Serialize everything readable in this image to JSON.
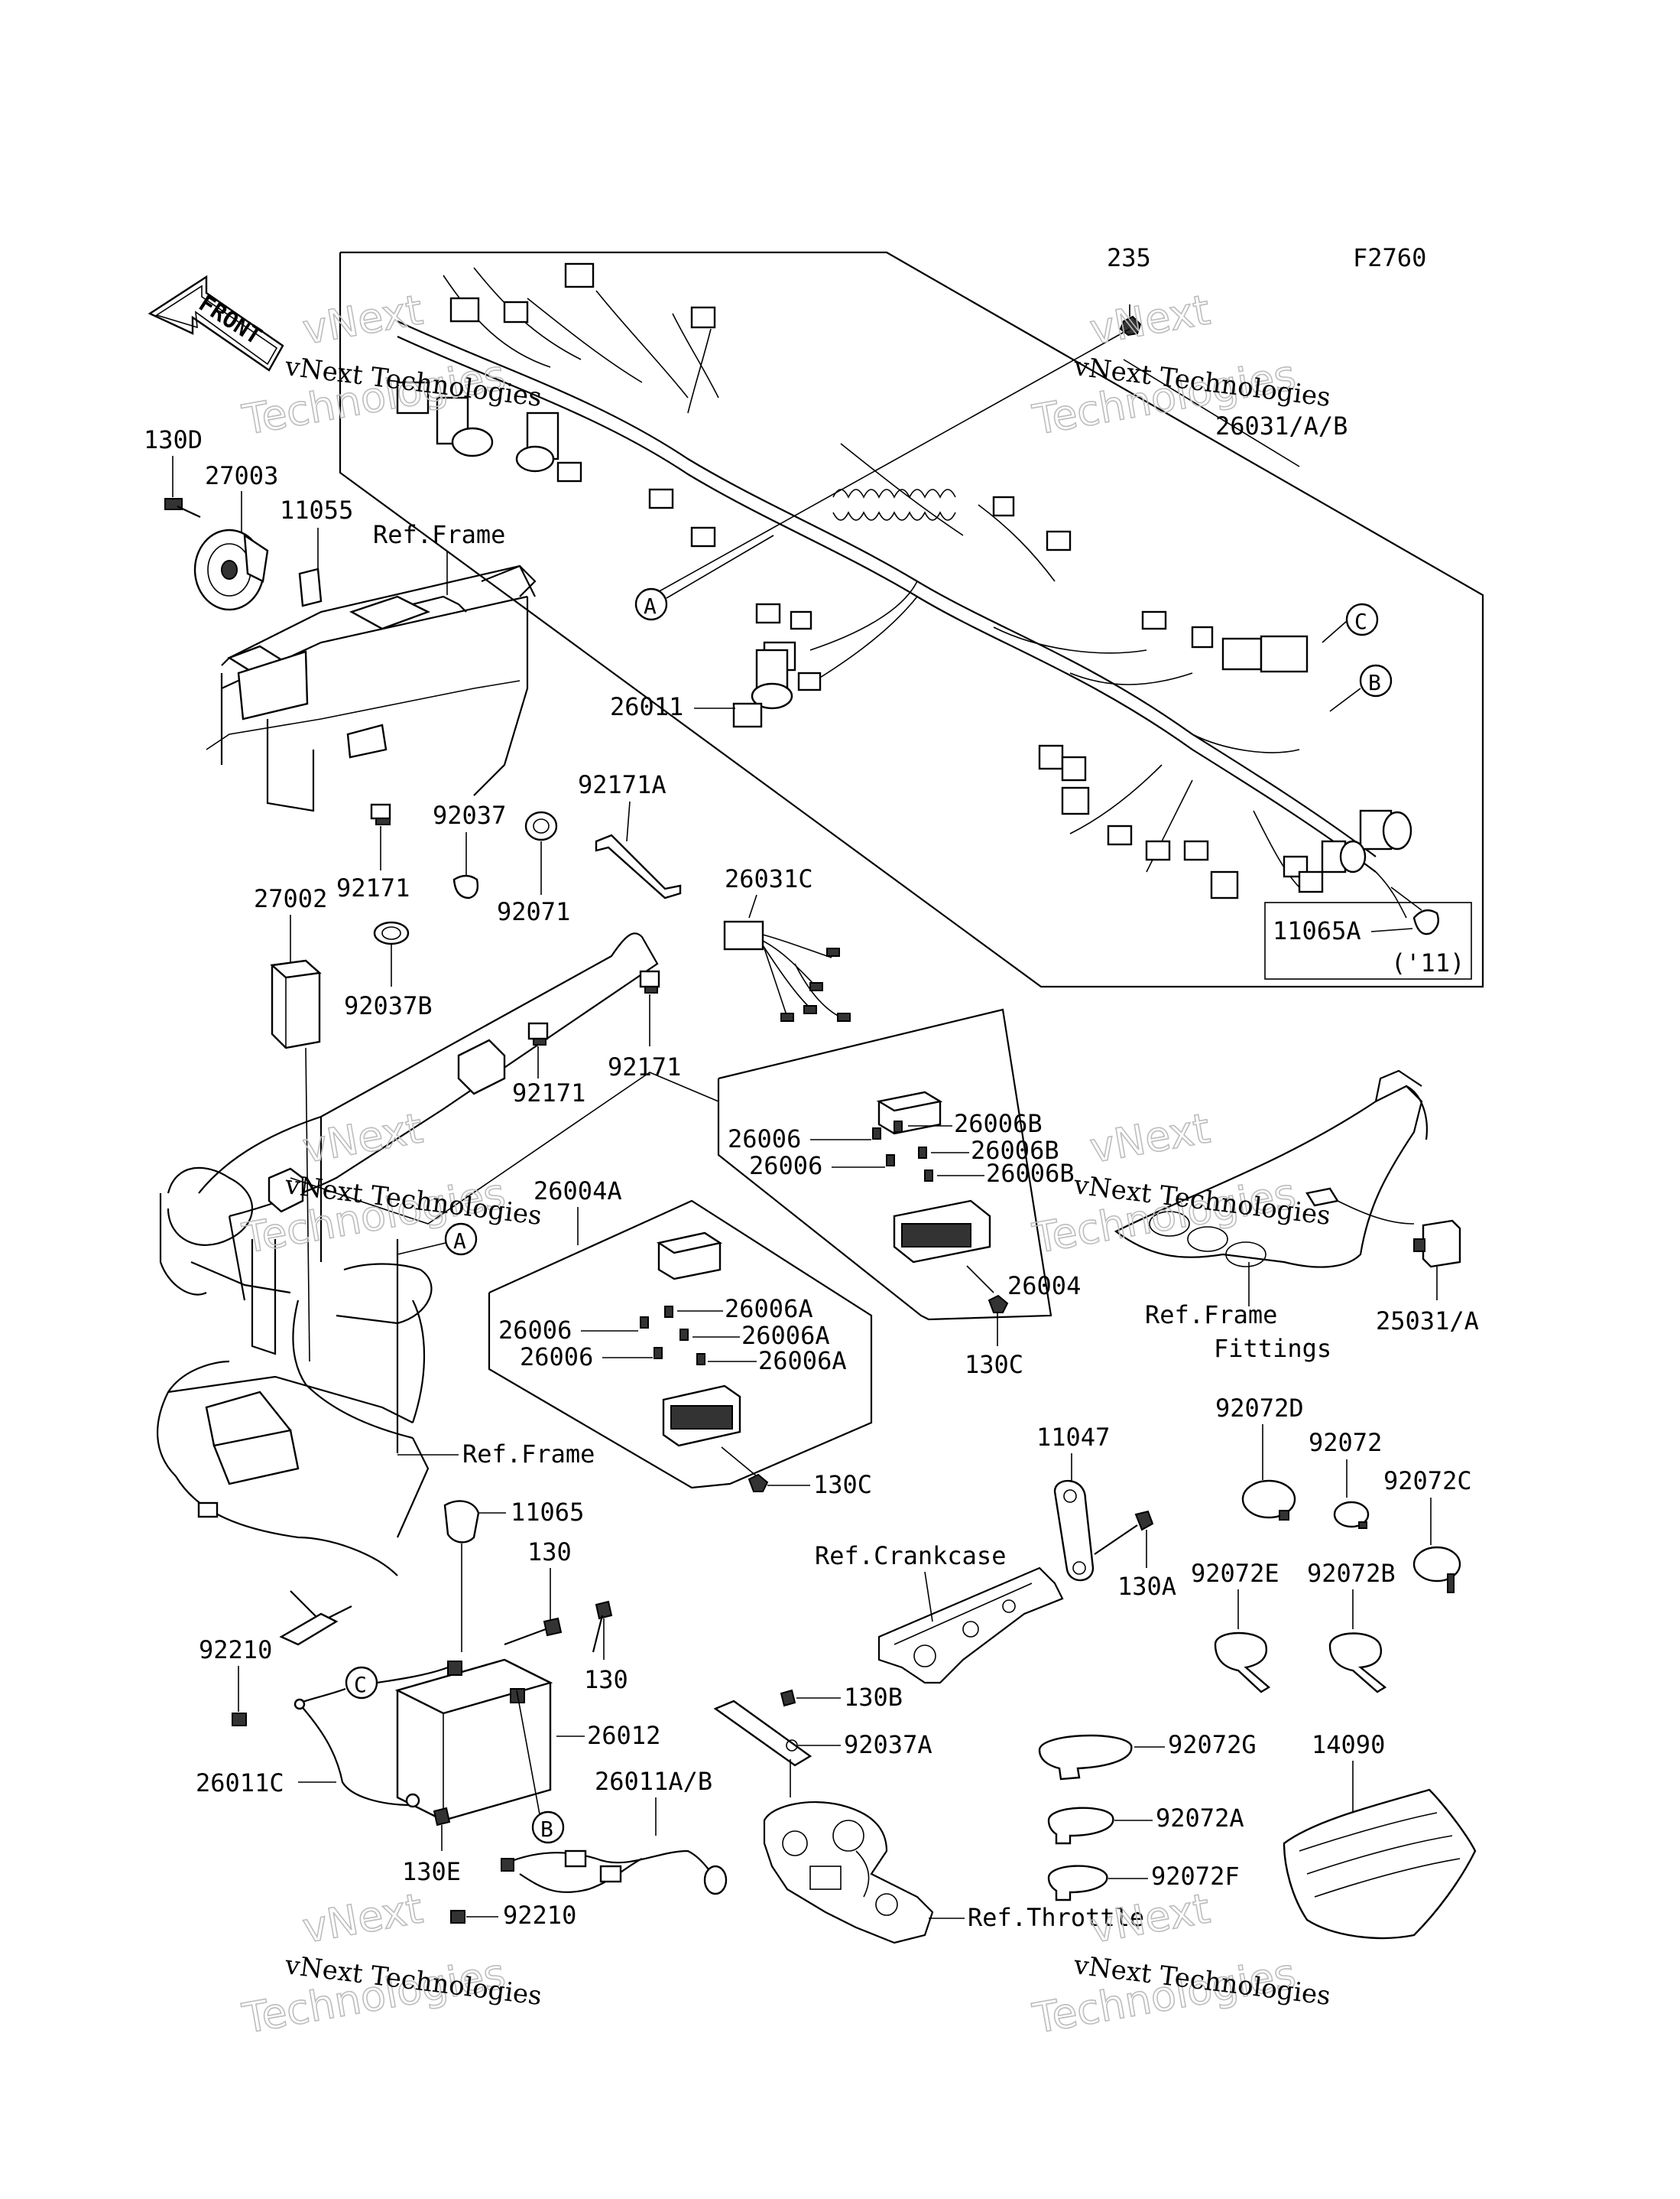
{
  "figure_code": "F2760",
  "front_badge": "FRONT",
  "watermark": {
    "line1": "vNext",
    "line2": "Technologies",
    "caption": "vNext Technologies"
  },
  "labels": {
    "p235": "235",
    "p26031AB": "26031/A/B",
    "p130D": "130D",
    "p27003": "27003",
    "p11055": "11055",
    "refFrameTop": "Ref.Frame",
    "calloutA_top": "A",
    "calloutC_top": "C",
    "calloutB_top": "B",
    "p26011": "26011",
    "p92037": "92037",
    "p92171A": "92171A",
    "p92171_left": "92171",
    "p92071": "92071",
    "p26031C": "26031C",
    "p11065A": "11065A",
    "p11065A_year": "('11)",
    "p27002": "27002",
    "p92037B": "92037B",
    "p92171_mid": "92171",
    "p92171_lower": "92171",
    "p26006_r1": "26006",
    "p26006B_r1": "26006B",
    "p26006B_r2": "26006B",
    "p26006_r3": "26006",
    "p26006B_r3": "26006B",
    "p26004A": "26004A",
    "calloutA_mid": "A",
    "p26004": "26004",
    "p26006_l1": "26006",
    "p26006A_l1": "26006A",
    "p26006A_l2": "26006A",
    "p26006_l3": "26006",
    "p26006A_l3": "26006A",
    "p130C_upper": "130C",
    "refFrameFittings1": "Ref.Frame",
    "refFrameFittings2": "Fittings",
    "p25031A": "25031/A",
    "p92072D": "92072D",
    "p92072": "92072",
    "p92072C": "92072C",
    "p11047": "11047",
    "refFrameMid": "Ref.Frame",
    "p130C_lower": "130C",
    "p11065": "11065",
    "refCrankcase": "Ref.Crankcase",
    "p130A": "130A",
    "p92072E": "92072E",
    "p92072B": "92072B",
    "p130_top": "130",
    "p130_bottom": "130",
    "p92210_top": "92210",
    "calloutC_bottom": "C",
    "p130B": "130B",
    "p26012": "26012",
    "p92037A": "92037A",
    "p92072G": "92072G",
    "p14090": "14090",
    "p26011C": "26011C",
    "p26011AB": "26011A/B",
    "calloutB_bottom": "B",
    "p92072A": "92072A",
    "p92072F": "92072F",
    "p130E": "130E",
    "p92210_bottom": "92210",
    "refThrottle": "Ref.Throttle"
  }
}
